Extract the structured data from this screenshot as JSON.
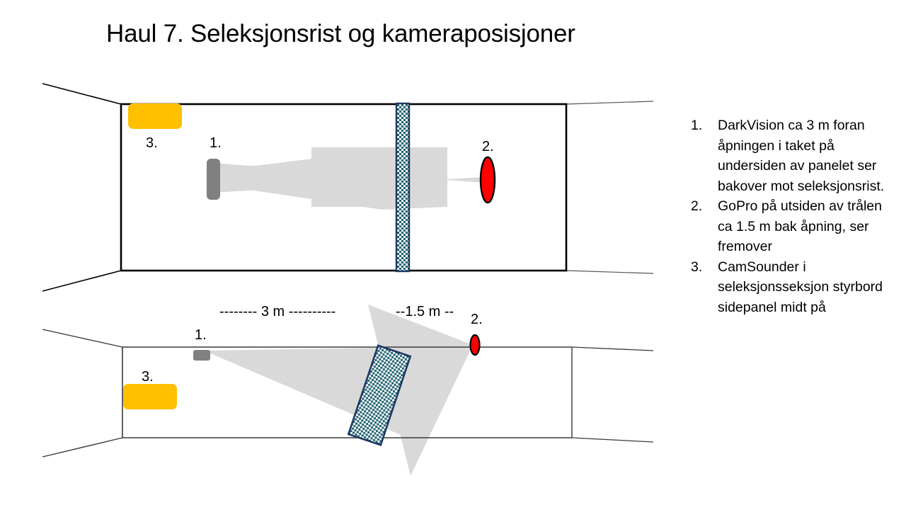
{
  "slide": {
    "title": "Haul 7. Seleksjonsrist og kameraposisjoner",
    "background_color": "#FFFFFF"
  },
  "notes": {
    "items": [
      {
        "number": "1.",
        "text": "DarkVision ca 3 m foran åpningen i taket på undersiden av panelet ser bakover mot seleksjonsrist."
      },
      {
        "number": "2.",
        "text": "GoPro på utsiden av trålen ca 1.5 m bak åpning, ser fremover"
      },
      {
        "number": "3.",
        "text": "CamSounder i seleksjonsseksjon styrbord sidepanel midt på"
      }
    ]
  },
  "diagram": {
    "top_view": {
      "view_name": "top-view",
      "labels": {
        "camsounder": "3.",
        "darkvision": "1.",
        "gopro": "2."
      }
    },
    "side_view": {
      "view_name": "side-view",
      "labels": {
        "camsounder": "3.",
        "darkvision": "1.",
        "gopro": "2."
      },
      "measurements": {
        "distance_to_grid": "-------- 3 m ----------",
        "distance_behind_opening": "--1.5 m --"
      }
    },
    "colors": {
      "camsounder_yellow": "#FFC000",
      "darkvision_gray": "#808080",
      "gopro_red": "#FF0000",
      "gopro_outline": "#000000",
      "grid_border": "#1F3864",
      "grid_fill_teal": "#1F6272",
      "cone_gray": "#D9D9D9",
      "outline_black": "#000000",
      "outline_thin": "#404040"
    }
  }
}
